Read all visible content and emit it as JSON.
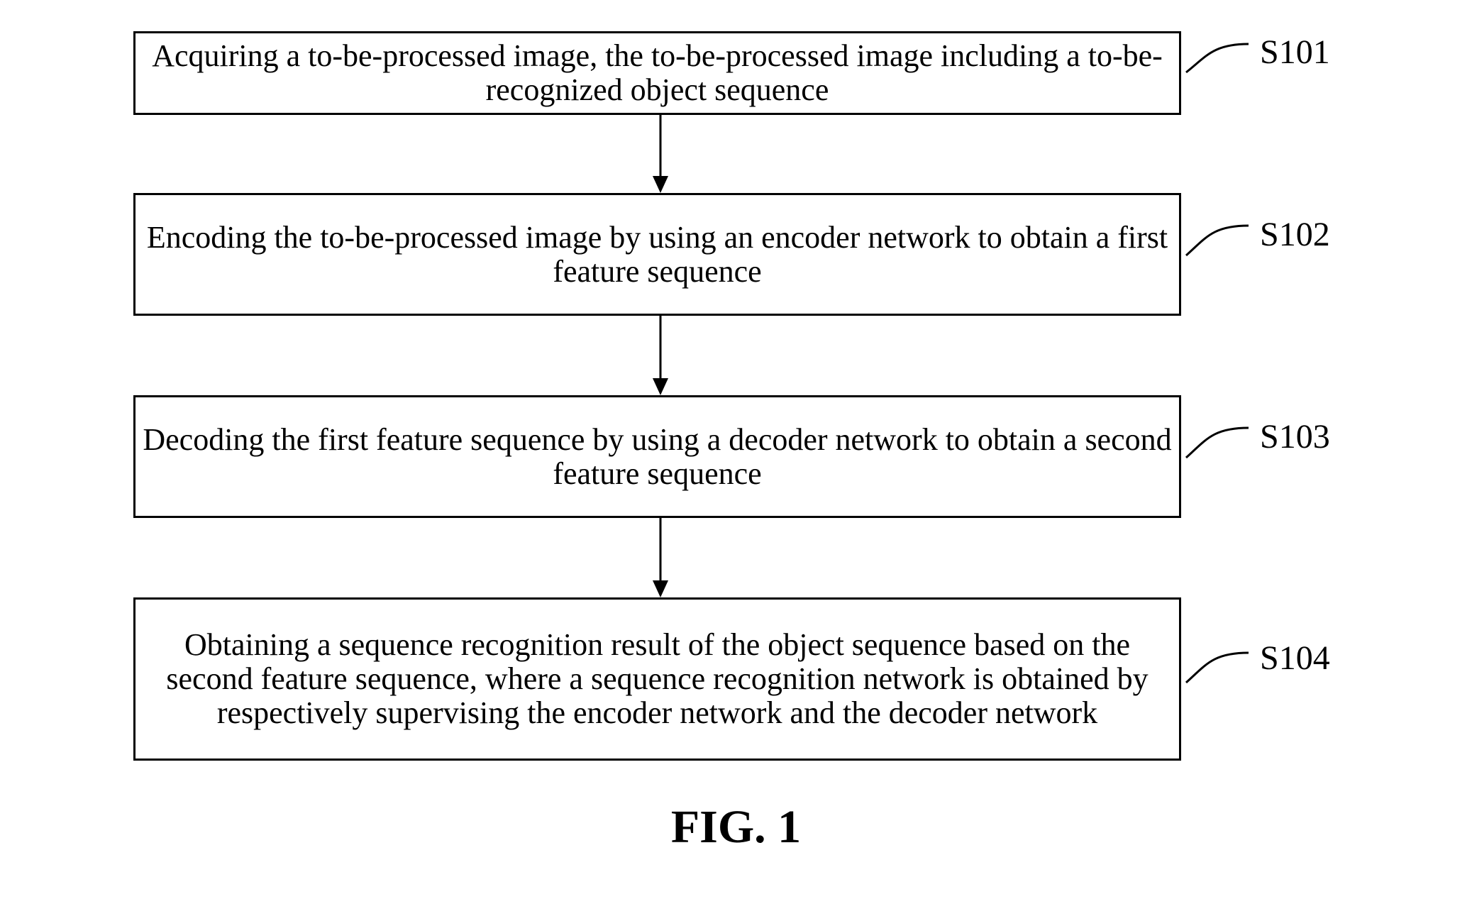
{
  "steps": [
    {
      "label": "S101",
      "text": "Acquiring a to-be-processed image, the to-be-processed image including a to-be-recognized object sequence"
    },
    {
      "label": "S102",
      "text": "Encoding the to-be-processed image by using an encoder network to obtain a first feature sequence"
    },
    {
      "label": "S103",
      "text": "Decoding the first feature sequence by using a decoder network to obtain a second feature sequence"
    },
    {
      "label": "S104",
      "text": "Obtaining a sequence recognition result of the object sequence based on the second feature sequence, where a sequence recognition network is obtained by respectively supervising the encoder network and the decoder network"
    }
  ],
  "caption": "FIG. 1"
}
